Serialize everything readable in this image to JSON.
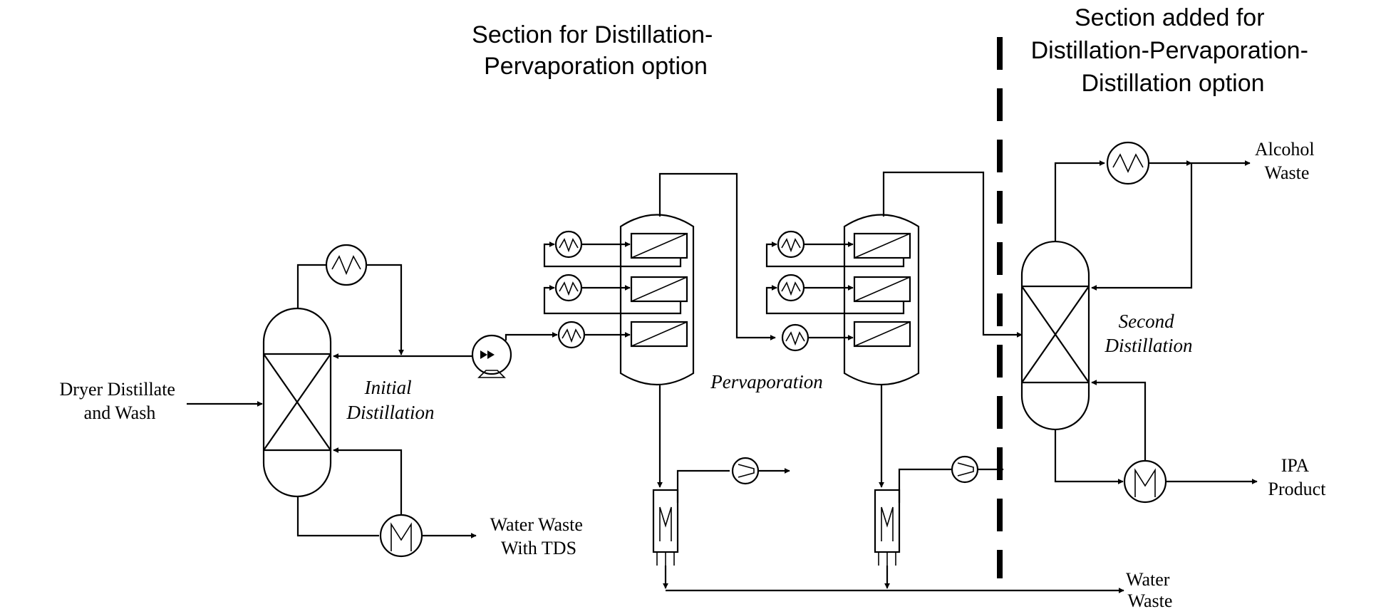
{
  "headers": {
    "middle": [
      "Section for Distillation-",
      "Pervaporation option"
    ],
    "right": [
      "Section added for",
      "Distillation-Pervaporation-",
      "Distillation option"
    ]
  },
  "units": {
    "initial_distillation": [
      "Initial",
      "Distillation"
    ],
    "pervaporation": "Pervaporation",
    "second_distillation": [
      "Second",
      "Distillation"
    ]
  },
  "streams": {
    "feed": [
      "Dryer Distillate",
      "and Wash"
    ],
    "water_waste_tds": [
      "Water Waste",
      "With TDS"
    ],
    "alcohol_waste": [
      "Alcohol",
      "Waste"
    ],
    "ipa_product": [
      "IPA",
      "Product"
    ],
    "water_waste": [
      "Water",
      "Waste"
    ]
  },
  "icons": {
    "heat_exchanger": "heat-exchanger-icon",
    "pump": "pump-icon",
    "cooler": "cooler-icon",
    "compressor": "compressor-icon",
    "membrane": "membrane-module-icon",
    "condenser": "condenser-tank-icon"
  }
}
